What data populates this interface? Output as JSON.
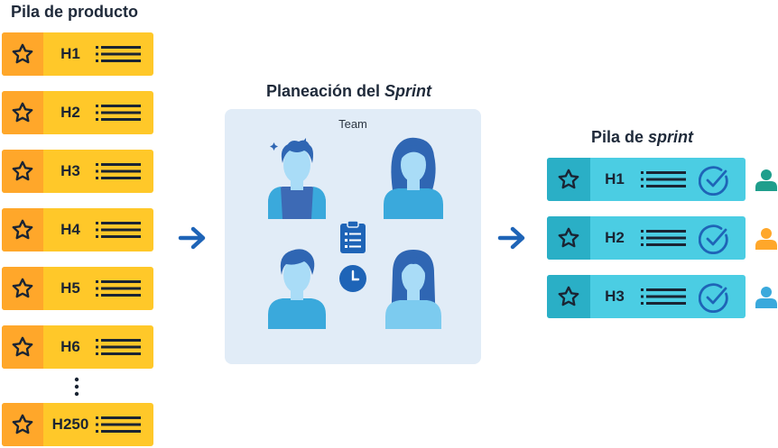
{
  "product_backlog": {
    "title": "Pila de producto",
    "items": [
      "H1",
      "H2",
      "H3",
      "H4",
      "H5",
      "H6",
      "H250"
    ]
  },
  "sprint_planning": {
    "title_prefix": "Planeación del ",
    "title_emphasis": "Sprint",
    "team_label": "Team"
  },
  "sprint_backlog": {
    "title_prefix": "Pila de ",
    "title_emphasis": "sprint",
    "items": [
      {
        "label": "H1",
        "assignee_color": "#1f9e8c"
      },
      {
        "label": "H2",
        "assignee_color": "#ffa72a"
      },
      {
        "label": "H3",
        "assignee_color": "#3aa9dc"
      }
    ]
  },
  "colors": {
    "backlog_item": "#ffc829",
    "backlog_star_cell": "#ffa72a",
    "sprint_item": "#4bcde3",
    "sprint_star_cell": "#2aafc6",
    "arrow": "#1e64b7",
    "panel": "#e1ecf7"
  }
}
